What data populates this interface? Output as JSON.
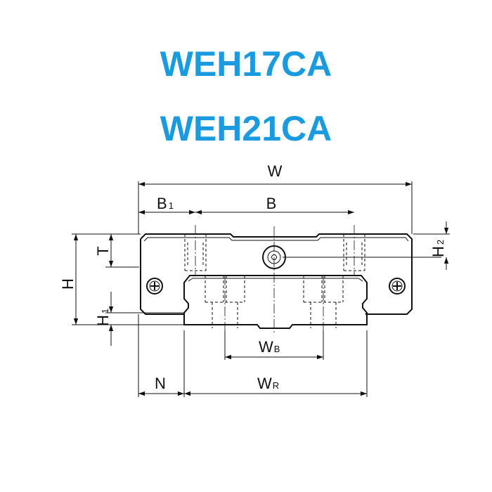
{
  "titles": [
    "WEH17CA",
    "WEH21CA"
  ],
  "colors": {
    "title": "#1a9be0",
    "lines": "#111111"
  },
  "dimensions": {
    "W": "W",
    "B": "B",
    "B1_main": "B",
    "B1_sub": "1",
    "T": "T",
    "H": "H",
    "H1_main": "H",
    "H1_sub": "1",
    "H2_main": "H",
    "H2_sub": "2",
    "WB_main": "W",
    "WB_sub": "B",
    "N": "N",
    "WR_main": "W",
    "WR_sub": "R"
  }
}
